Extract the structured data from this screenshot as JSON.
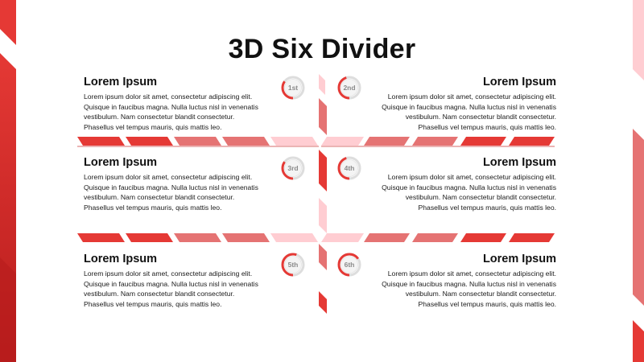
{
  "slide": {
    "title": "3D Six Divider",
    "colors": {
      "accent": "#e53935",
      "accent_dark": "#b71c1c",
      "accent_light": "#ffcdd2",
      "accent_mid": "#e57373"
    },
    "items": [
      {
        "id": "1st",
        "badge": "1st",
        "side": "left",
        "progress": 0.35,
        "heading": "Lorem Ipsum",
        "body": "Lorem ipsum dolor sit amet, consectetur adipiscing elit.\nQuisque in faucibus magna. Nulla luctus nisl in venenatis\nvestibulum. Nam consectetur blandit consectetur.\nPhasellus vel tempus mauris, quis mattis leo."
      },
      {
        "id": "2nd",
        "badge": "2nd",
        "side": "right",
        "progress": 0.45,
        "heading": "Lorem Ipsum",
        "body": "Lorem ipsum dolor sit amet, consectetur adipiscing elit.\nQuisque in faucibus magna. Nulla luctus nisl in venenatis\nvestibulum. Nam consectetur blandit consectetur.\nPhasellus vel tempus mauris, quis mattis leo."
      },
      {
        "id": "3rd",
        "badge": "3rd",
        "side": "left",
        "progress": 0.35,
        "heading": "Lorem Ipsum",
        "body": "Lorem ipsum dolor sit amet, consectetur adipiscing elit.\nQuisque in faucibus magna. Nulla luctus nisl in venenatis\nvestibulum. Nam consectetur blandit consectetur.\nPhasellus vel tempus mauris, quis mattis leo."
      },
      {
        "id": "4th",
        "badge": "4th",
        "side": "right",
        "progress": 0.45,
        "heading": "Lorem Ipsum",
        "body": "Lorem ipsum dolor sit amet, consectetur adipiscing elit.\nQuisque in faucibus magna. Nulla luctus nisl in venenatis\nvestibulum. Nam consectetur blandit consectetur.\nPhasellus vel tempus mauris, quis mattis leo."
      },
      {
        "id": "5th",
        "badge": "5th",
        "side": "left",
        "progress": 0.55,
        "heading": "Lorem Ipsum",
        "body": "Lorem ipsum dolor sit amet, consectetur adipiscing elit.\nQuisque in faucibus magna. Nulla luctus nisl in venenatis\nvestibulum. Nam consectetur blandit consectetur.\nPhasellus vel tempus mauris, quis mattis leo."
      },
      {
        "id": "6th",
        "badge": "6th",
        "side": "right",
        "progress": 0.65,
        "heading": "Lorem Ipsum",
        "body": "Lorem ipsum dolor sit amet, consectetur adipiscing elit.\nQuisque in faucibus magna. Nulla luctus nisl in venenatis\nvestibulum. Nam consectetur blandit consectetur.\nPhasellus vel tempus mauris, quis mattis leo."
      }
    ]
  }
}
